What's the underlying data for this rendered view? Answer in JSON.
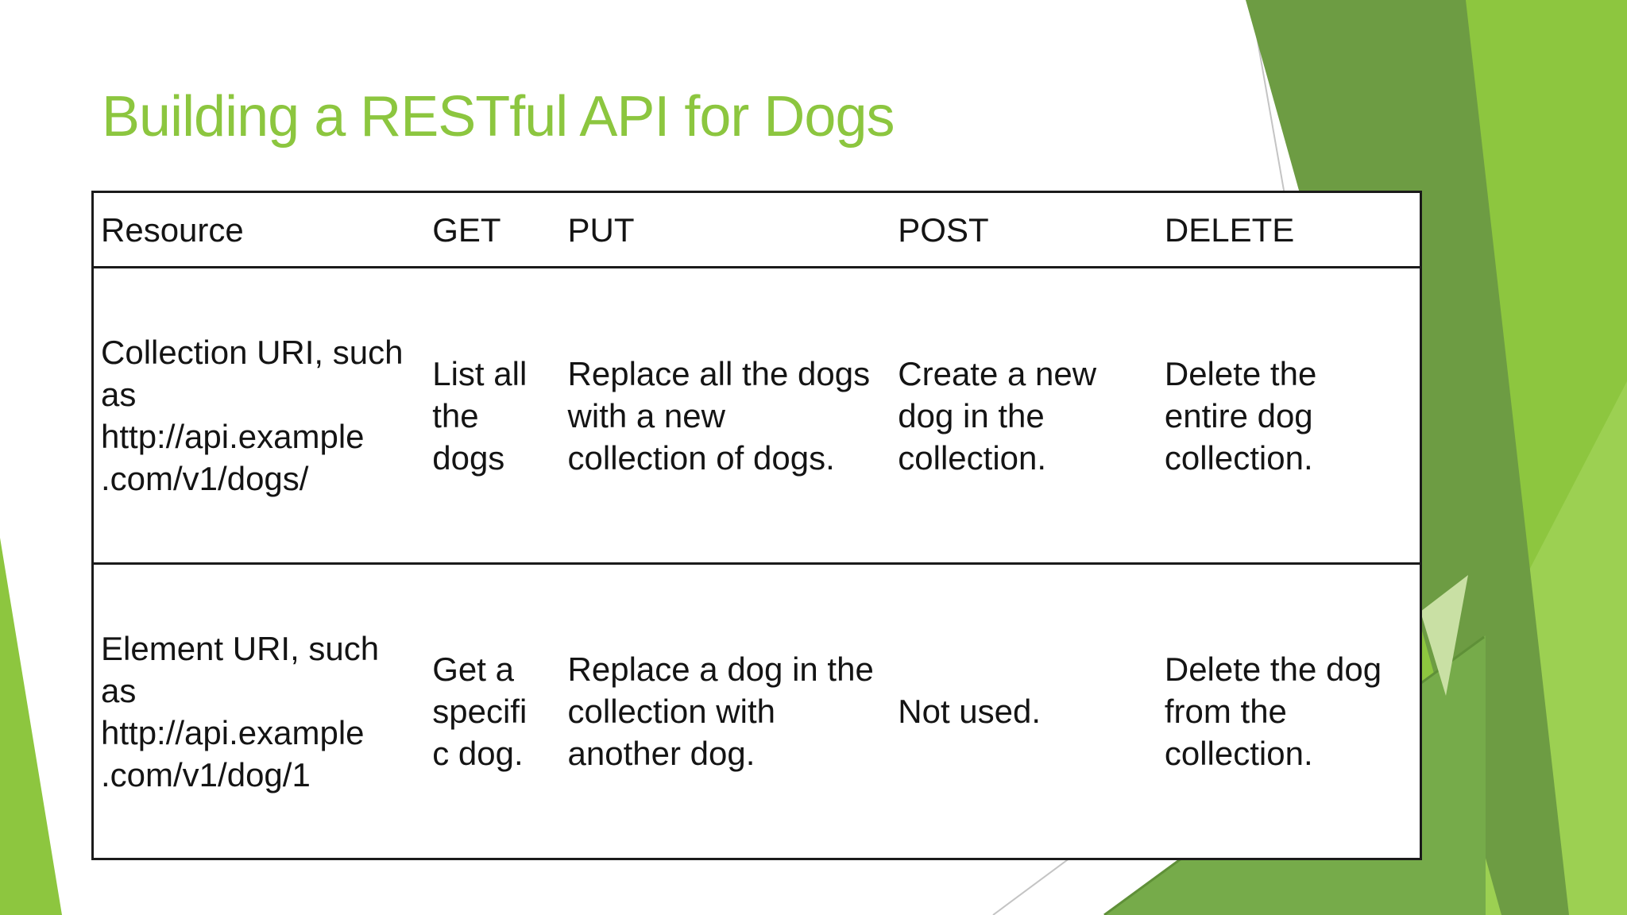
{
  "slide": {
    "title": "Building a RESTful API for Dogs"
  },
  "theme": {
    "title_green": "#8CC63F",
    "bright_green": "#8DC63F",
    "bright_green_light": "#9CD052",
    "olive_green": "#6D9C43",
    "medium_green": "#76AB4A",
    "edge_rim_green": "#5F9038",
    "pale_green": "#C9E0A4",
    "seam_gray": "#C4C4C4",
    "table_border": "#1B1B1B",
    "text_color": "#141414"
  },
  "table": {
    "headers": [
      "Resource",
      "GET",
      "PUT",
      "POST",
      "DELETE"
    ],
    "rows": [
      {
        "cells": [
          [
            "Collection URI, such",
            "as",
            "http://api.example",
            ".com/v1/dogs/"
          ],
          [
            "List all",
            "the",
            "dogs"
          ],
          [
            "Replace all the dogs",
            "with a new",
            "collection of dogs."
          ],
          [
            "Create a new",
            "dog in the",
            "collection."
          ],
          [
            "Delete the",
            "entire dog",
            "collection."
          ]
        ]
      },
      {
        "cells": [
          [
            "Element URI, such",
            "as",
            "http://api.example",
            ".com/v1/dog/1"
          ],
          [
            "Get a",
            "specifi",
            "c dog."
          ],
          [
            "Replace a dog in the",
            "collection with",
            "another dog."
          ],
          [
            "Not used."
          ],
          [
            "Delete the dog",
            "from the",
            "collection."
          ]
        ]
      }
    ]
  }
}
